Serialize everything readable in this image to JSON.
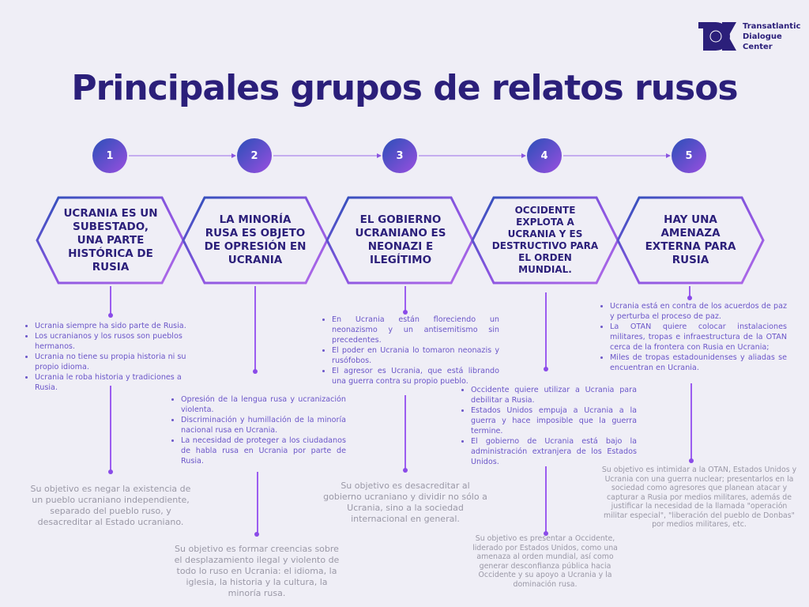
{
  "title": "Principales grupos de relatos rusos",
  "logo": {
    "lines": [
      "Transatlantic",
      "Dialogue",
      "Center"
    ],
    "mark": "TDC"
  },
  "colors": {
    "primary": "#2b1f7a",
    "accent": "#9a4fe0",
    "blue": "#2a4fb8",
    "muted": "#9a98a6",
    "bullet": "#6a55c8"
  },
  "groups": [
    {
      "number": "1",
      "heading": "UCRANIA ES UN SUBESTADO, UNA PARTE HISTÓRICA DE RUSIA",
      "bullets": [
        "Ucrania siempre ha sido parte de Rusia.",
        "Los ucranianos y los rusos son pueblos hermanos.",
        "Ucrania no tiene su propia historia ni su propio idioma.",
        "Ucrania le roba historia y tradiciones a Rusia."
      ],
      "objective": "Su objetivo es negar la existencia de un pueblo ucraniano independiente, separado del pueblo ruso, y desacreditar al Estado ucraniano."
    },
    {
      "number": "2",
      "heading": "LA MINORÍA RUSA ES OBJETO DE OPRESIÓN EN UCRANIA",
      "bullets": [
        "Opresión de la lengua rusa y ucranización violenta.",
        "Discriminación y humillación de la minoría nacional rusa en Ucrania.",
        "La necesidad de proteger a los ciudadanos de habla rusa en Ucrania por parte de Rusia."
      ],
      "objective": "Su objetivo es formar creencias sobre el desplazamiento ilegal y violento de todo lo ruso en Ucrania: el idioma, la iglesia, la historia y la cultura, la minoría rusa."
    },
    {
      "number": "3",
      "heading": "EL GOBIERNO UCRANIANO ES NEONAZI E ILEGÍTIMO",
      "bullets": [
        "En Ucrania están floreciendo un neonazismo y un antisemitismo sin precedentes.",
        "El poder en Ucrania lo tomaron neonazis y rusófobos.",
        "El agresor es Ucrania, que está librando una guerra contra su propio pueblo."
      ],
      "objective": "Su objetivo es desacreditar al gobierno ucraniano y dividir no sólo a Ucrania, sino a la sociedad internacional en general."
    },
    {
      "number": "4",
      "heading": "OCCIDENTE EXPLOTA A UCRANIA Y ES DESTRUCTIVO PARA EL ORDEN MUNDIAL.",
      "bullets": [
        "Occidente quiere utilizar a Ucrania para debilitar a Rusia.",
        "Estados Unidos empuja a Ucrania a la guerra y hace imposible que la guerra termine.",
        "El gobierno de Ucrania está bajo la administración extranjera de los Estados Unidos."
      ],
      "objective": "Su objetivo es presentar a Occidente, liderado por Estados Unidos, como una amenaza al orden mundial, así como generar desconfianza pública hacia Occidente y su apoyo a Ucrania y la dominación rusa."
    },
    {
      "number": "5",
      "heading": "HAY UNA AMENAZA EXTERNA PARA RUSIA",
      "bullets": [
        "Ucrania está en contra de los acuerdos de paz y perturba el proceso de paz.",
        "La OTAN quiere colocar instalaciones militares, tropas e infraestructura de la OTAN cerca de la frontera con Rusia en Ucrania;",
        "Miles de tropas estadounidenses y aliadas se encuentran en Ucrania."
      ],
      "objective": "Su objetivo es intimidar a la OTAN, Estados Unidos y Ucrania con una guerra nuclear; presentarlos en la sociedad como agresores que planean atacar y capturar a Rusia por medios militares, además de justificar la necesidad de la llamada \"operación militar especial\", \"liberación del pueblo de Donbas\" por medios militares, etc."
    }
  ]
}
